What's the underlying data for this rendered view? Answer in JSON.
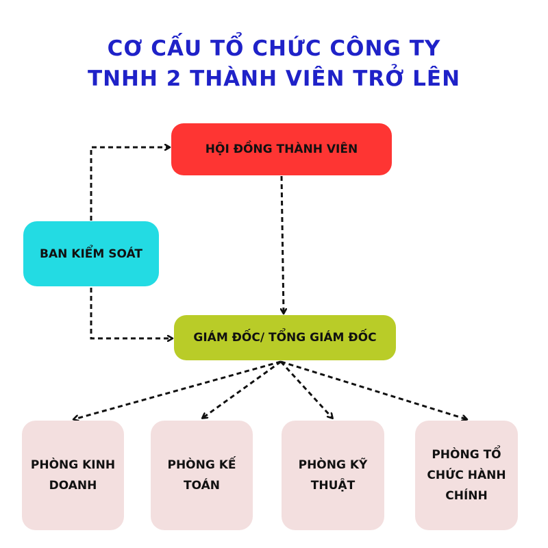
{
  "title": {
    "line1": "CƠ CẤU TỔ CHỨC CÔNG TY",
    "line2": "TNHH 2 THÀNH VIÊN TRỞ LÊN"
  },
  "nodes": {
    "board": "HỘI ĐỒNG THÀNH VIÊN",
    "supervisory": "BAN KIỂM SOÁT",
    "director": "GIÁM ĐỐC/ TỔNG GIÁM ĐỐC",
    "departments": [
      "PHÒNG KINH DOANH",
      "PHÒNG KẾ TOÁN",
      "PHÒNG KỸ THUẬT",
      "PHÒNG TỔ CHỨC HÀNH CHÍNH"
    ]
  },
  "colors": {
    "title": "#1f22c8",
    "board": "#fe3533",
    "supervisory": "#23dbe3",
    "director": "#b9cc28",
    "department": "#f3dfdf",
    "connector": "#111111"
  }
}
